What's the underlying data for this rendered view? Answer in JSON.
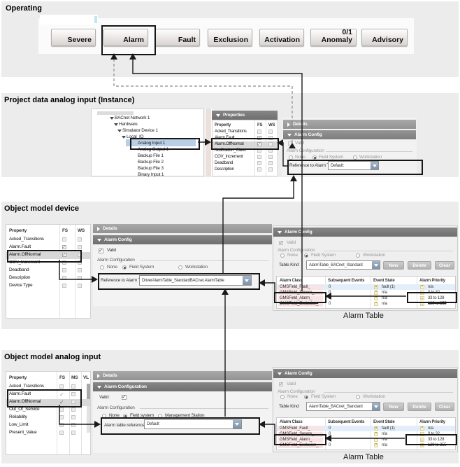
{
  "colors": {
    "section_bg": "#ececec",
    "header_bar_dark": "#7a7a7a",
    "header_bar_light": "#9c9c9c",
    "tree_selection": "#b9cfe6",
    "row_highlight": "#d8d8d8",
    "fault_row_bg": "#e2eefa",
    "alarm_class_chip_bg": "#f9e4e4",
    "operator_chip_bg": "#faf3cf",
    "dropdown_button": "#8ba0b5",
    "highlight_box": "#161616"
  },
  "icons": {
    "expanded": "triangle-down",
    "collapsed": "triangle-right",
    "dropdown": "triangle-down",
    "check": "✓",
    "arrow_solid": "black solid connector",
    "arrow_dashed": "gray dashed connector"
  },
  "operating": {
    "title": "Operating",
    "buttons": [
      {
        "label": "Severe"
      },
      {
        "label": "Alarm"
      },
      {
        "label": "Fault"
      },
      {
        "label": "Exclusion"
      },
      {
        "label": "Activation"
      },
      {
        "label": "Anomaly",
        "count": "0/1"
      },
      {
        "label": "Advisory"
      }
    ]
  },
  "project_data": {
    "title": "Project data analog input (Instance)",
    "tree": {
      "items": [
        "BACnet Network 1",
        "Hardware",
        "Simulator Device 1",
        "Local_IO",
        "Analog Input 1",
        "Analog Output 1",
        "Backup File 1",
        "Backup File 2",
        "Backup File 3",
        "Binary Input 1"
      ]
    },
    "properties": {
      "header": "Properties",
      "columns": [
        "Property",
        "FS",
        "WS"
      ],
      "rows": [
        {
          "name": "Acked_Transitions"
        },
        {
          "name": "Alarm.Fault"
        },
        {
          "name": "Alarm.OffNormal"
        },
        {
          "name": "Notification_Class"
        },
        {
          "name": "COV_Increment"
        },
        {
          "name": "Deadband"
        },
        {
          "name": "Description"
        }
      ]
    },
    "details_label": "Details",
    "alarm_config": {
      "header": "Alarm Config",
      "valid_label": "Valid",
      "group_label": "Alarm Configuration",
      "radio_none": "None",
      "radio_field": "Field System",
      "radio_workstation": "Workstation",
      "reference_label": "Reference to Alarm Table",
      "reference_value": "Default:"
    }
  },
  "object_model_device": {
    "title": "Object model device",
    "properties": {
      "columns": [
        "Property",
        "FS",
        "WS"
      ],
      "rows": [
        {
          "name": "Acked_Transitions"
        },
        {
          "name": "Alarm.Fault"
        },
        {
          "name": "Alarm.OffNormal"
        },
        {
          "name": "COV_Increment"
        },
        {
          "name": "Deadband"
        },
        {
          "name": "Description"
        },
        {
          "name": "Device Type"
        }
      ]
    },
    "details_label": "Details",
    "alarm_config": {
      "header": "Alarm Config",
      "valid_label": "Valid",
      "group_label": "Alarm Configuration",
      "radio_none": "None",
      "radio_field": "Field System",
      "radio_workstation": "Workstation",
      "reference_label": "Reference to Alarm Table",
      "reference_value": "DriverAlarmTable_StandardBACnet.AlarmTable"
    }
  },
  "object_model_analog_input": {
    "title": "Object model analog input",
    "properties": {
      "columns": [
        "Property",
        "FS",
        "MS",
        "VL"
      ],
      "rows": [
        {
          "name": "Acked_Transitions"
        },
        {
          "name": "Alarm.Fault"
        },
        {
          "name": "Alarm.OffNormal"
        },
        {
          "name": "Out_Of_Service"
        },
        {
          "name": "Reliability"
        },
        {
          "name": "Low_Limit"
        },
        {
          "name": "Present_Value"
        }
      ]
    },
    "details_label": "Details",
    "alarm_config": {
      "header": "Alarm Configuration",
      "valid_label": "Valid:",
      "group_label": "Alarm Configuration",
      "radio_none": "None",
      "radio_field": "Field system",
      "radio_management": "Management Station",
      "reference_label": "Alarm table reference",
      "reference_value": "Default"
    }
  },
  "alarm_table": {
    "header": "Alarm Config",
    "valid_label": "Valid",
    "group_label": "Alarm Configuration",
    "radio_none": "None",
    "radio_field": "Field System",
    "radio_workstation": "Workstation",
    "table_kind_label": "Table Kind",
    "table_kind_value": "AlarmTable_BACnet_Standard",
    "buttons": {
      "new": "New",
      "delete": "Delete",
      "clear": "Clear"
    },
    "columns": [
      "Alarm Class",
      "Subsequent Events",
      "Event State",
      "Alarm Priority"
    ],
    "rows": [
      {
        "alarm_class": "GMSField_Fault_",
        "subsequent_events": "0",
        "event_state_op": "=",
        "event_state": "fault (1)",
        "priority_op": "*",
        "priority": "n/a"
      },
      {
        "alarm_class": "GMSField_Severe_",
        "subsequent_events": "0",
        "event_state_op": "*",
        "event_state": "n/a",
        "priority_op": "..",
        "priority": "0 to 32"
      },
      {
        "alarm_class": "GMSField_Alarm_",
        "subsequent_events": "0",
        "event_state_op": "*",
        "event_state": "n/a",
        "priority_op": "..",
        "priority": "33 to 128"
      },
      {
        "alarm_class": "GMSField_Exclusion_",
        "subsequent_events": "0",
        "event_state_op": "*",
        "event_state": "n/a",
        "priority_op": "..",
        "priority": "129 to 255"
      }
    ],
    "caption": "Alarm Table"
  }
}
